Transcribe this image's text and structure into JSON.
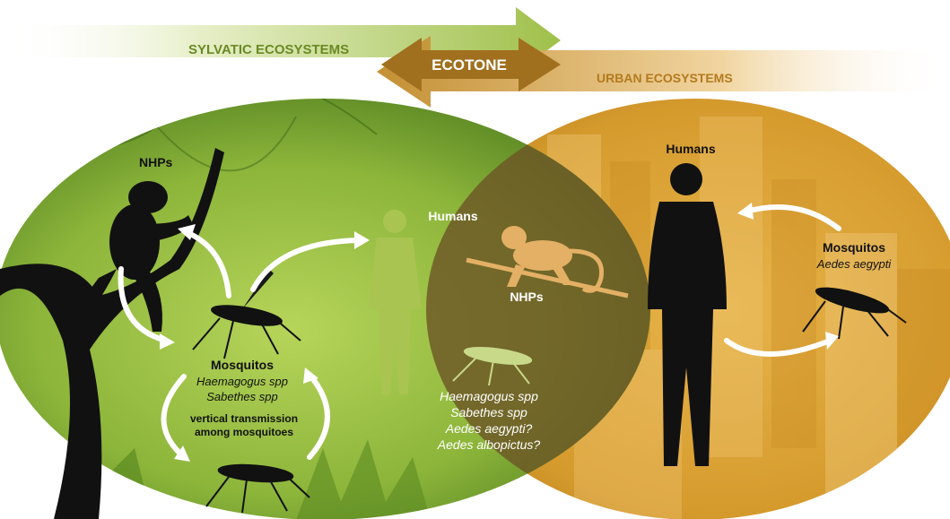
{
  "banner": {
    "sylvatic": "SYLVATIC ECOSYSTEMS",
    "ecotone": "ECOTONE",
    "urban": "URBAN ECOSYSTEMS"
  },
  "sylvatic": {
    "nhps": "NHPs",
    "mosquitos_title": "Mosquitos",
    "species": [
      "Haemagogus spp",
      "Sabethes spp"
    ],
    "vertical": [
      "vertical transmission",
      "among mosquitoes"
    ]
  },
  "ecotone": {
    "humans": "Humans",
    "nhps": "NHPs",
    "species": [
      "Haemagogus spp",
      "Sabethes spp",
      "Aedes aegypti?",
      "Aedes albopictus?"
    ]
  },
  "urban": {
    "humans": "Humans",
    "mosquitos_title": "Mosquitos",
    "species": "Aedes aegypti"
  },
  "colors": {
    "sylvatic_green": "#8cb53a",
    "urban_orange": "#d59a2c",
    "ecotone_brown": "#7a5d2a",
    "silhouette": "#111111"
  }
}
